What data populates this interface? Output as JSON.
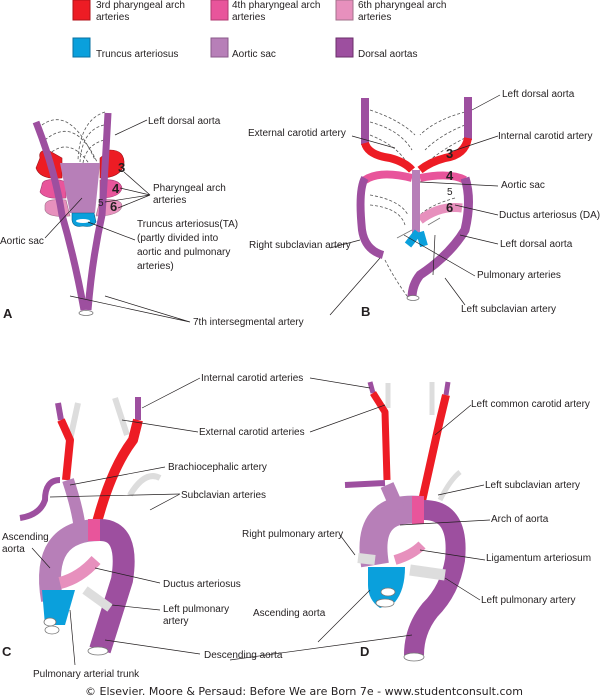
{
  "colors": {
    "arch3": "#ed1c24",
    "arch4": "#e8559b",
    "arch6": "#e790bd",
    "truncus": "#0aa0dc",
    "aortic_sac": "#b77fb8",
    "dorsal": "#9d4f9f"
  },
  "legend": [
    {
      "line1": "3rd pharyngeal arch",
      "line2": "arteries",
      "color": "#ed1c24"
    },
    {
      "line1": "4th pharyngeal arch",
      "line2": "arteries",
      "color": "#e8559b"
    },
    {
      "line1": "6th pharyngeal arch",
      "line2": "arteries",
      "color": "#e790bd"
    },
    {
      "line1": "",
      "line2": "Truncus arteriosus",
      "color": "#0aa0dc"
    },
    {
      "line1": "",
      "line2": "Aortic sac",
      "color": "#b77fb8"
    },
    {
      "line1": "",
      "line2": "Dorsal aortas",
      "color": "#9d4f9f"
    }
  ],
  "panelA": {
    "letter": "A",
    "left_dorsal": "Left dorsal aorta",
    "pharyngeal1": "Pharyngeal arch",
    "pharyngeal2": "arteries",
    "aortic_sac": "Aortic sac",
    "truncus1": "Truncus arteriosus(TA)",
    "truncus2": "(partly divided into",
    "truncus3": "aortic and pulmonary",
    "truncus4": "arteries)",
    "intersegmental": "7th intersegmental artery",
    "n3": "3",
    "n4": "4",
    "n5": "5",
    "n6": "6"
  },
  "panelB": {
    "letter": "B",
    "left_dorsal_top": "Left dorsal aorta",
    "external_carotid": "External carotid artery",
    "internal_carotid": "Internal carotid artery",
    "aortic_sac": "Aortic sac",
    "ductus": "Ductus arteriosus (DA)",
    "right_subclavian": "Right subclavian artery",
    "left_dorsal": "Left dorsal aorta",
    "pulmonary": "Pulmonary arteries",
    "left_subclavian": "Left subclavian artery",
    "n3": "3",
    "n4": "4",
    "n5": "5",
    "n6": "6"
  },
  "panelC": {
    "letter": "C",
    "internal_carotid": "Internal carotid arteries",
    "external_carotid": "External carotid arteries",
    "brachiocephalic": "Brachiocephalic artery",
    "subclavian": "Subclavian arteries",
    "ascending1": "Ascending",
    "ascending2": "aorta",
    "ductus": "Ductus arteriosus",
    "left_pulm1": "Left pulmonary",
    "left_pulm2": "artery",
    "descending": "Descending aorta",
    "pulm_trunk": "Pulmonary arterial trunk"
  },
  "panelD": {
    "letter": "D",
    "left_common_carotid": "Left common carotid artery",
    "left_subclavian": "Left subclavian artery",
    "arch": "Arch of aorta",
    "right_pulm": "Right pulmonary artery",
    "ligamentum": "Ligamentum arteriosum",
    "ascending": "Ascending aorta",
    "left_pulm": "Left pulmonary artery"
  },
  "footer": "© Elsevier. Moore & Persaud: Before We are Born 7e - www.studentconsult.com"
}
